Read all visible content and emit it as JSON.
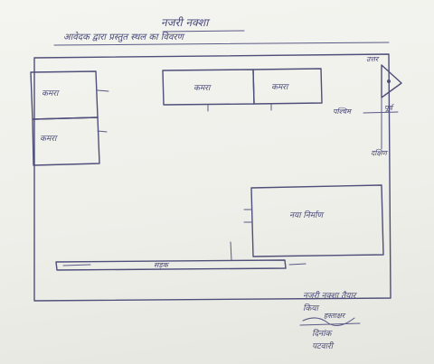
{
  "heading": {
    "title": "नजरी नक्शा",
    "subtitle": "आवेदक द्वारा प्रस्तुत स्थल का विवरण"
  },
  "rooms": {
    "left_top": "कमरा",
    "left_bottom": "कमरा",
    "top_1": "कमरा",
    "top_2": "कमरा",
    "right_block": "नया निर्माण"
  },
  "side_labels": {
    "north": "उत्तर",
    "west": "पश्चिम",
    "east": "पूर्व",
    "south": "दक्षिण"
  },
  "bottom_road": "सड़क",
  "signature_block": {
    "line1": "नजरी नक्शा तैयार",
    "line2": "किया",
    "line3": "हस्ताक्षर",
    "line4": "दिनांक",
    "line5": "पटवारी"
  }
}
